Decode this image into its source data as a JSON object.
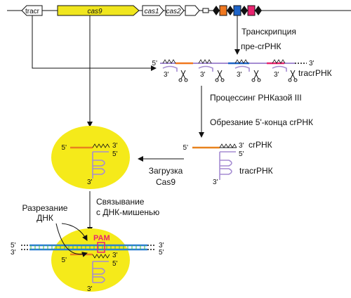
{
  "genes": {
    "tracr": "tracr",
    "cas9": "cas9",
    "cas1": "cas1",
    "cas2": "cas2"
  },
  "labels": {
    "transcription": "Транскрипция",
    "pre_crrna": "пре-crРНК",
    "tracrrna": "tracrРНК",
    "processing": "Процессинг РНКазой III",
    "trimming": "Обрезание 5'-конца crРНК",
    "crrna": "crРНК",
    "tracrrna_2": "tracrРНК",
    "loading_1": "Загрузка",
    "loading_2": "Cas9",
    "binding_1": "Связывание",
    "binding_2": "с ДНК-мишенью",
    "cleavage_1": "Разрезание",
    "cleavage_2": "ДНК",
    "pam": "PAM"
  },
  "ends": {
    "five": "5'",
    "three": "3'"
  },
  "colors": {
    "cas9_gene": "#f0e61e",
    "cas9_protein": "#f5ea1a",
    "crrna": "#e8821e",
    "tracrrna": "#a58cd2",
    "spacer_orange": "#f07820",
    "spacer_blue": "#1e64c8",
    "spacer_pink": "#e8246f",
    "dna_blue": "#2a7fd4",
    "dna_green": "#3cb44b"
  }
}
